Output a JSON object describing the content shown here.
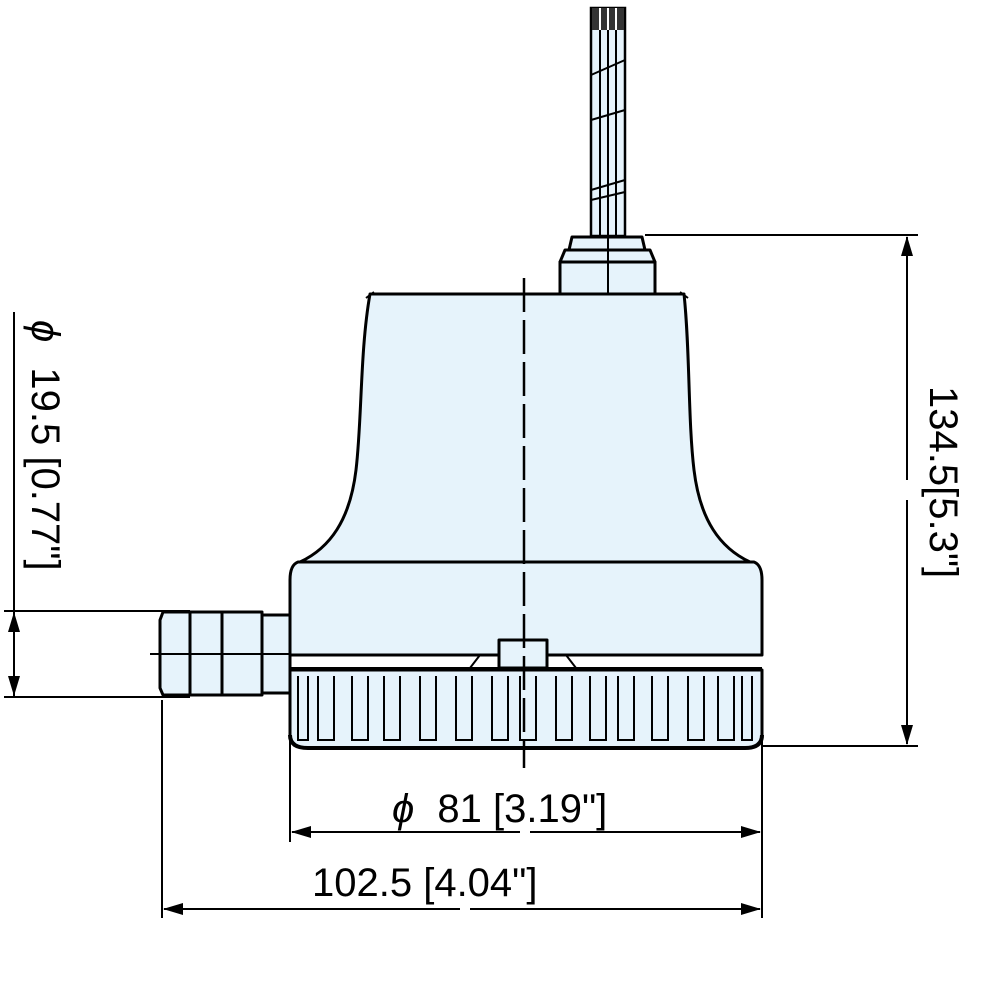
{
  "diagram": {
    "colors": {
      "line": "#000000",
      "fill": "#e6f3fb",
      "background": "#ffffff"
    },
    "dimensions": {
      "hose_diameter": {
        "symbol": "ϕ",
        "label": "19.5 [0.77\"]"
      },
      "height": {
        "label": "134.5[5.3\"]"
      },
      "base_diameter": {
        "symbol": "ϕ",
        "label": "81 [3.19\"]"
      },
      "overall_width": {
        "label": "102.5 [4.04\"]"
      }
    }
  }
}
